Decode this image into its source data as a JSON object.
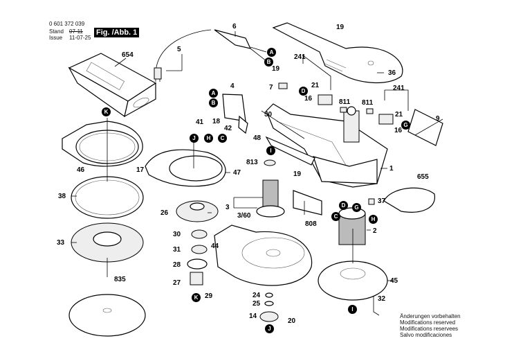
{
  "header": {
    "part_number": "0 601 372 039",
    "stand_label": "Stand",
    "issue_label": "Issue",
    "stand_value": "07-11",
    "issue_value": "11-07-25",
    "figure_label": "Fig. /Abb. 1"
  },
  "part_labels": {
    "p654": "654",
    "p5": "5",
    "p6": "6",
    "p19a": "19",
    "p19b": "19",
    "p19c": "19",
    "p241a": "241",
    "p241b": "241",
    "p36": "36",
    "p7": "7",
    "p21a": "21",
    "p21b": "21",
    "p16a": "16",
    "p16b": "16",
    "p811a": "811",
    "p811b": "811",
    "p9": "9",
    "p4": "4",
    "p41": "41",
    "p18": "18",
    "p42": "42",
    "p50": "50",
    "p48": "48",
    "p813": "813",
    "p1": "1",
    "p655": "655",
    "p37": "37",
    "p808": "808",
    "p2": "2",
    "p46": "46",
    "p17": "17",
    "p47": "47",
    "p38": "38",
    "p26": "26",
    "p3": "3",
    "p3_60": "3/60",
    "p30": "30",
    "p31": "31",
    "p44": "44",
    "p28": "28",
    "p27": "27",
    "p29": "29",
    "p33": "33",
    "p835": "835",
    "p45": "45",
    "p32": "32",
    "p24": "24",
    "p25": "25",
    "p14": "14",
    "p20": "20"
  },
  "connectors": {
    "A1": "A",
    "B1": "B",
    "A2": "A",
    "B2": "B",
    "D1": "D",
    "G1": "G",
    "K1": "K",
    "J1": "J",
    "H1": "H",
    "C1": "C",
    "I1": "I",
    "D2": "D",
    "G2": "G",
    "C2": "C",
    "H2": "H",
    "K2": "K",
    "J2": "J",
    "I2": "I"
  },
  "notice": [
    "Änderungen vorbehalten",
    "Modifications reserved",
    "Modifications reservees",
    "Salvo modificaciones"
  ]
}
